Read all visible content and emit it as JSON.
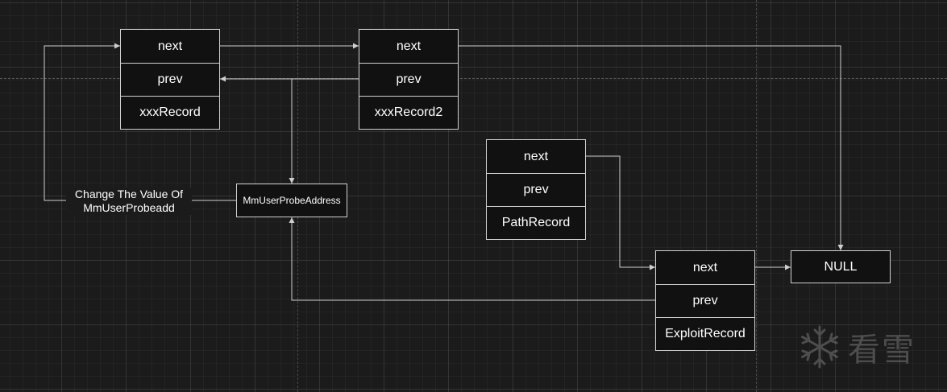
{
  "nodes": {
    "record1": {
      "next": "next",
      "prev": "prev",
      "data": "xxxRecord"
    },
    "record2": {
      "next": "next",
      "prev": "prev",
      "data": "xxxRecord2"
    },
    "path_record": {
      "next": "next",
      "prev": "prev",
      "data": "PathRecord"
    },
    "exploit_record": {
      "next": "next",
      "prev": "prev",
      "data": "ExploitRecord"
    }
  },
  "probe_address": "MmUserProbeAddress",
  "null_node": "NULL",
  "edge_label": {
    "line1": "Change The Value Of",
    "line2": "MmUserProbeadd"
  },
  "watermark": {
    "text": "看雪",
    "icon": "snowflake-icon"
  },
  "colors": {
    "background": "#1b1b1b",
    "node_fill": "#111111",
    "node_border": "#d0d0d0",
    "connector": "#cfcfcf"
  }
}
